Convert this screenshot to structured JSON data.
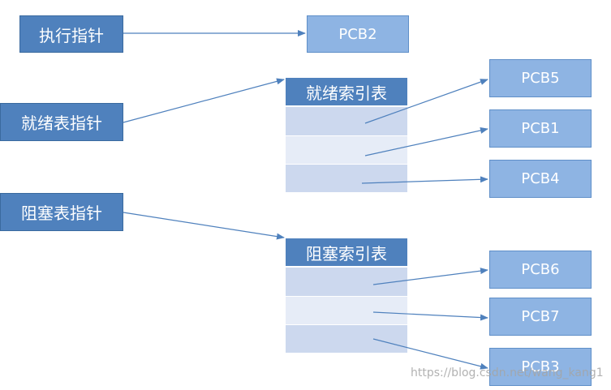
{
  "pointers": {
    "running": "执行指针",
    "ready": "就绪表指针",
    "blocked": "阻塞表指针"
  },
  "tables": {
    "ready": "就绪索引表",
    "blocked": "阻塞索引表"
  },
  "pcbs": {
    "running": "PCB2",
    "ready": [
      "PCB5",
      "PCB1",
      "PCB4"
    ],
    "blocked": [
      "PCB6",
      "PCB7",
      "PCB3"
    ]
  },
  "watermark": "https://blog.csdn.net/wang_kang1",
  "colors": {
    "pointer_fill": "#4f81bd",
    "pcb_fill": "#8eb4e3",
    "row_dark": "#ccd8ee",
    "row_light": "#e6ecf7",
    "arrow": "#4f81bd"
  }
}
